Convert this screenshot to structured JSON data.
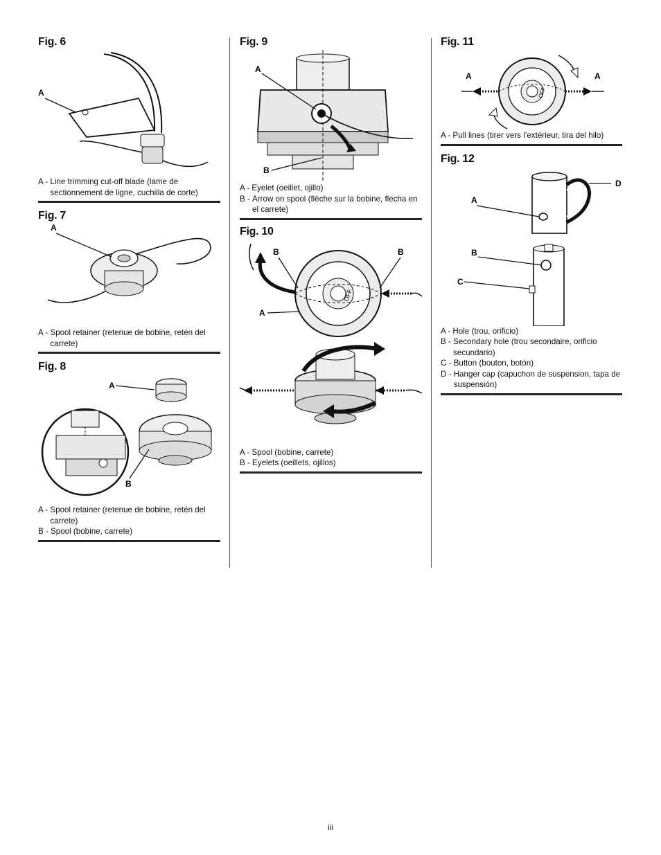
{
  "columns": [
    {
      "figures": [
        {
          "title": "Fig. 6",
          "labels": [
            "A"
          ],
          "legend": [
            {
              "key": "A - ",
              "text": "Line trimming cut-off blade (lame de sectionnement de ligne, cuchilla de corte)"
            }
          ]
        },
        {
          "title": "Fig. 7",
          "labels": [
            "A"
          ],
          "legend": [
            {
              "key": "A - ",
              "text": "Spool retainer (retenue de bobine, retén del carrete)"
            }
          ]
        },
        {
          "title": "Fig. 8",
          "labels": [
            "A",
            "B"
          ],
          "legend": [
            {
              "key": "A - ",
              "text": "Spool retainer (retenue de bobine, retén del carrete)"
            },
            {
              "key": "B - ",
              "text": "Spool (bobine, carrete)"
            }
          ]
        }
      ]
    },
    {
      "figures": [
        {
          "title": "Fig. 9",
          "labels": [
            "A",
            "B"
          ],
          "legend": [
            {
              "key": "A - ",
              "text": "Eyelet (oeillet, ojillo)"
            },
            {
              "key": "B - ",
              "text": "Arrow on spool (flèche sur la bobine, flecha en el carrete)"
            }
          ]
        },
        {
          "title": "Fig. 10",
          "labels": [
            "B",
            "B",
            "A"
          ],
          "spool_marking": "OFF",
          "legend": [
            {
              "key": "A - ",
              "text": "Spool (bobine, carrete)"
            },
            {
              "key": "B - ",
              "text": "Eyelets (oeillets, ojillos)"
            }
          ]
        }
      ]
    },
    {
      "figures": [
        {
          "title": "Fig. 11",
          "labels": [
            "A",
            "A"
          ],
          "spool_marking": "OFF",
          "legend": [
            {
              "key": "A - ",
              "text": "Pull lines (tirer vers l’extérieur, tira del hilo)"
            }
          ]
        },
        {
          "title": "Fig. 12",
          "labels": [
            "D",
            "A",
            "B",
            "C"
          ],
          "legend": [
            {
              "key": "A - ",
              "text": "Hole (trou, orificio)"
            },
            {
              "key": "B - ",
              "text": "Secondary hole (trou secondaire, orificio secundario)"
            },
            {
              "key": "C - ",
              "text": "Button (bouton, botón)"
            },
            {
              "key": "D - ",
              "text": "Hanger cap (capuchon de suspension, tapa de suspensión)"
            }
          ]
        }
      ]
    }
  ],
  "footer": {
    "page_number": "iii"
  }
}
